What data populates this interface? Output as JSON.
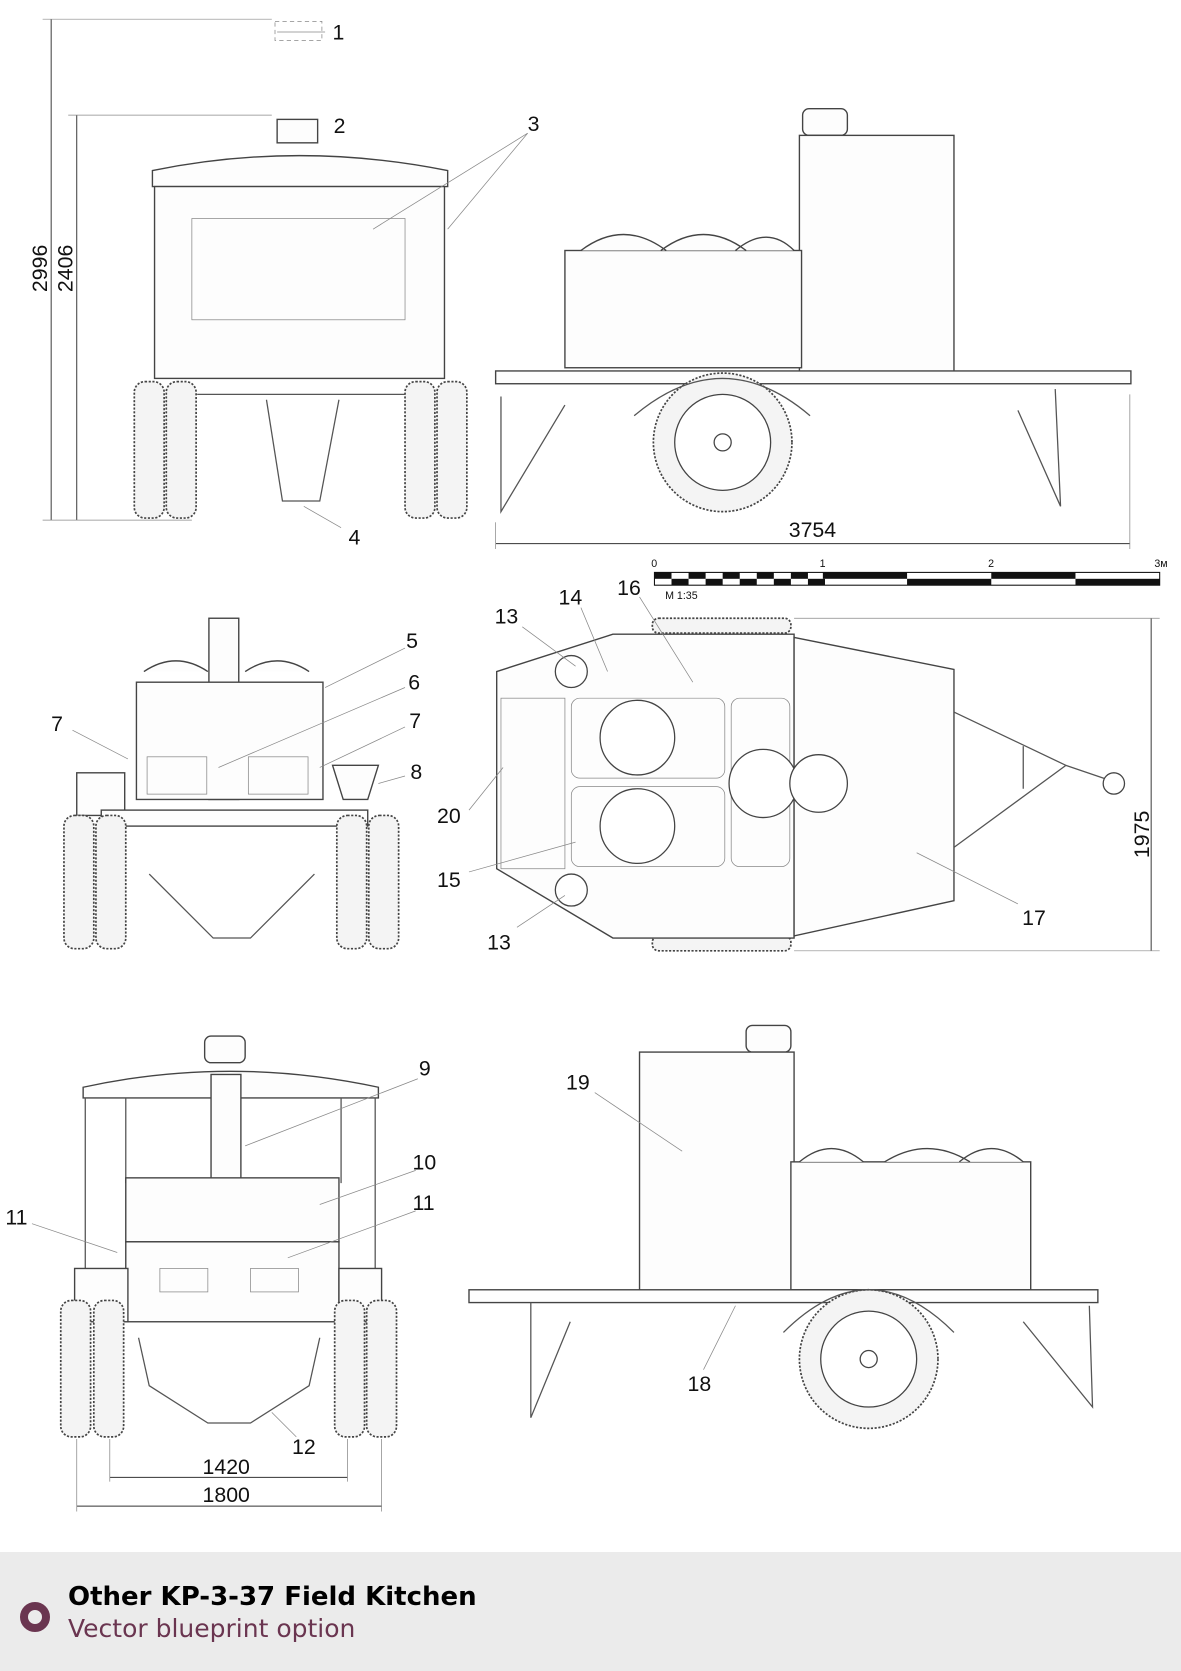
{
  "callouts": {
    "c1": "1",
    "c2": "2",
    "c3": "3",
    "c4": "4",
    "c5": "5",
    "c6": "6",
    "c7a": "7",
    "c7b": "7",
    "c8": "8",
    "c9": "9",
    "c10": "10",
    "c11a": "11",
    "c11b": "11",
    "c12": "12",
    "c13a": "13",
    "c13b": "13",
    "c14": "14",
    "c15": "15",
    "c16": "16",
    "c17": "17",
    "c18": "18",
    "c19": "19",
    "c20": "20"
  },
  "dimensions": {
    "overall_height": "2996",
    "body_height": "2406",
    "length": "3754",
    "width_top": "1975",
    "track": "1420",
    "overall_width": "1800"
  },
  "scale_bar": {
    "t0": "0",
    "t1": "1",
    "t2": "2",
    "t3": "3м",
    "ratio": "M 1:35"
  },
  "footer": {
    "title": "Other KP-3-37 Field Kitchen",
    "subtitle": "Vector blueprint option",
    "accent": "#6a3550"
  }
}
